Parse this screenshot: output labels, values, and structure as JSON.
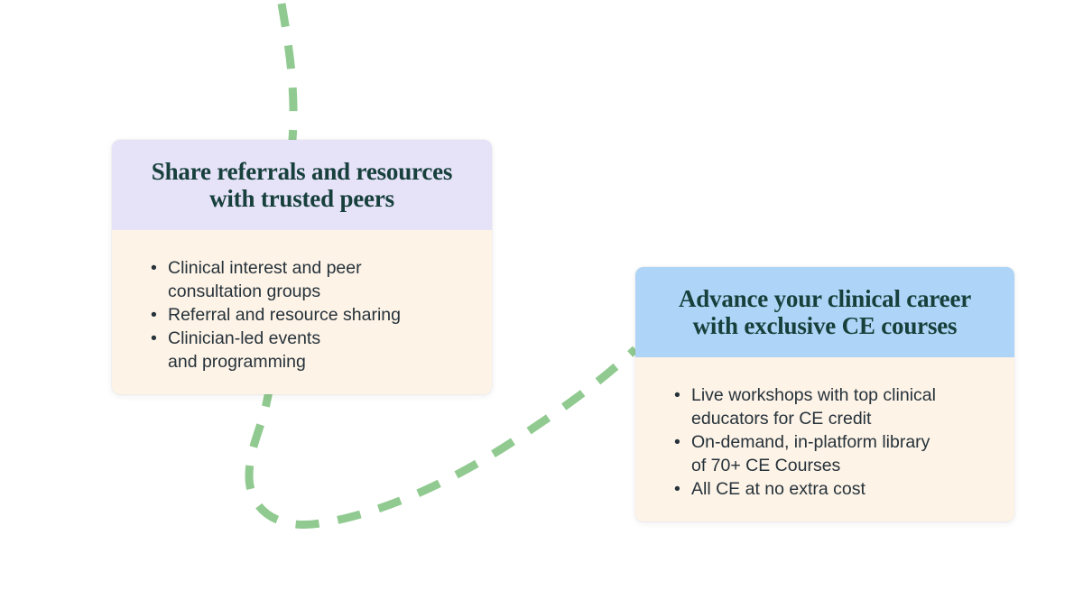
{
  "connector": {
    "name": "dashed-path",
    "style": "dashed",
    "color": "#90ca90"
  },
  "colors": {
    "background": "#ffffff",
    "heading_text": "#17403c",
    "body_text": "#26323a",
    "card_body_bg": "#fdf3e7",
    "lavender_header_bg": "#e6e2f8",
    "blue_header_bg": "#aed5f7"
  },
  "cards": [
    {
      "name": "referrals",
      "header": "Share referrals and resources\nwith trusted peers",
      "header_bg": "#e6e2f8",
      "body_bg": "#fdf3e7",
      "bullets": [
        "Clinical interest and peer\nconsultation groups",
        "Referral and resource sharing",
        "Clinician-led events\nand programming"
      ]
    },
    {
      "name": "ce-courses",
      "header": "Advance your clinical career\nwith exclusive CE courses",
      "header_bg": "#aed5f7",
      "body_bg": "#fdf3e7",
      "bullets": [
        "Live workshops with top clinical\neducators for CE credit",
        "On-demand, in-platform library\nof 70+ CE Courses",
        "All CE at no extra cost"
      ]
    }
  ]
}
